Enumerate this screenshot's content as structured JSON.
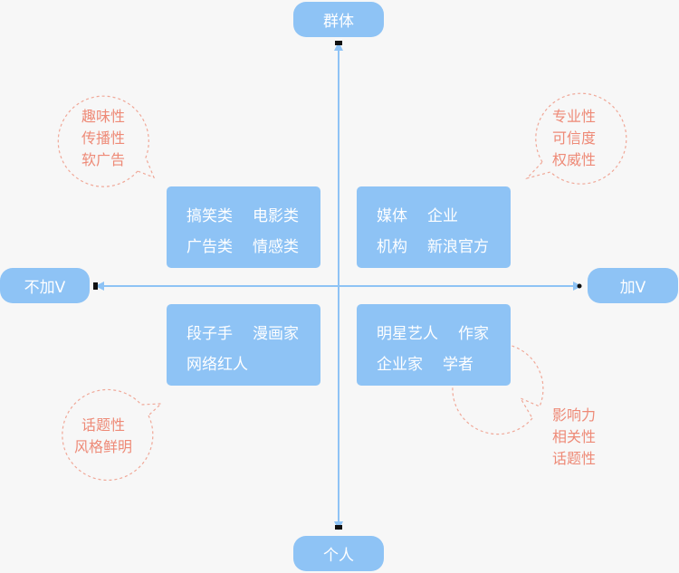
{
  "axes": {
    "top": "群体",
    "bottom": "个人",
    "left": "不加V",
    "right": "加V"
  },
  "quadrants": {
    "top_left": {
      "rows": [
        [
          "搞笑类",
          "电影类"
        ],
        [
          "广告类",
          "情感类"
        ]
      ]
    },
    "top_right": {
      "rows": [
        [
          "媒体",
          "企业"
        ],
        [
          "机构",
          "新浪官方"
        ]
      ]
    },
    "bottom_left": {
      "rows": [
        [
          "段子手",
          "漫画家"
        ],
        [
          "网络红人"
        ]
      ]
    },
    "bottom_right": {
      "rows": [
        [
          "明星艺人",
          "作家"
        ],
        [
          "企业家",
          "学者"
        ]
      ]
    }
  },
  "bubbles": {
    "top_left": [
      "趣味性",
      "传播性",
      "软广告"
    ],
    "top_right": [
      "专业性",
      "可信度",
      "权威性"
    ],
    "bottom_left": [
      "话题性",
      "风格鲜明"
    ],
    "bottom_right": [
      "影响力",
      "相关性",
      "话题性"
    ]
  },
  "colors": {
    "box_fill": "#8ec3f5",
    "axis_line": "#8ec3f5",
    "bubble_text": "#ee8a77",
    "bubble_border": "#f0a898"
  }
}
